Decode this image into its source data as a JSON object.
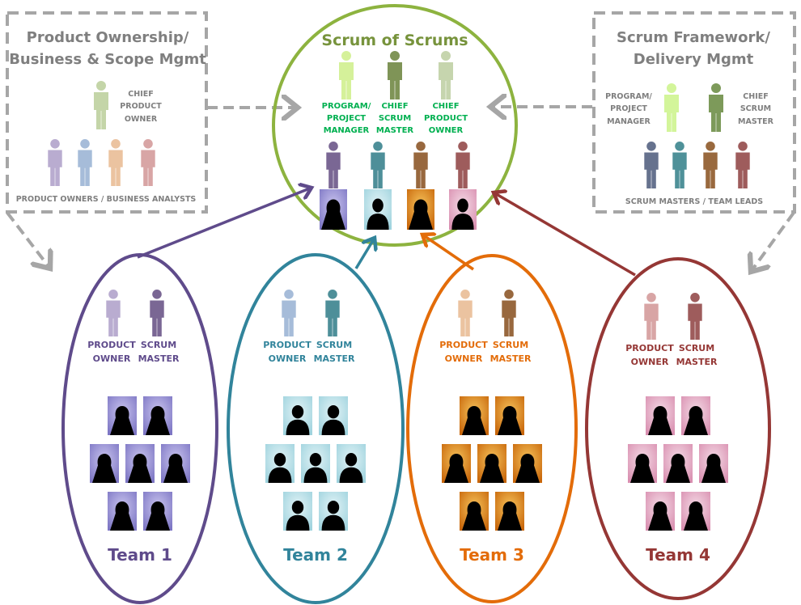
{
  "left_box": {
    "title_line1": "Product Ownership/",
    "title_line2": "Business & Scope Mgmt",
    "chief_label": [
      "CHIEF",
      "PRODUCT",
      "OWNER"
    ],
    "group_label": "PRODUCT OWNERS / BUSINESS ANALYSTS"
  },
  "right_box": {
    "title_line1": "Scrum Framework/",
    "title_line2": "Delivery Mgmt",
    "pm_label": [
      "PROGRAM/",
      "PROJECT",
      "MANAGER"
    ],
    "csm_label": [
      "CHIEF",
      "SCRUM",
      "MASTER"
    ],
    "group_label": "SCRUM MASTERS / TEAM LEADS"
  },
  "scrum_of_scrums": {
    "title": "Scrum of Scrums",
    "roles": [
      {
        "lines": [
          "PROGRAM/",
          "PROJECT",
          "MANAGER"
        ]
      },
      {
        "lines": [
          "CHIEF",
          "SCRUM",
          "MASTER"
        ]
      },
      {
        "lines": [
          "CHIEF",
          "PRODUCT",
          "OWNER"
        ]
      }
    ]
  },
  "teams": [
    {
      "name": "Team 1",
      "po_label": "PRODUCT",
      "po_label2": "OWNER",
      "sm_label": "SCRUM",
      "sm_label2": "MASTER",
      "color": "#5f4b8b"
    },
    {
      "name": "Team 2",
      "po_label": "PRODUCT",
      "po_label2": "OWNER",
      "sm_label": "SCRUM",
      "sm_label2": "MASTER",
      "color": "#31849b"
    },
    {
      "name": "Team 3",
      "po_label": "PRODUCT",
      "po_label2": "OWNER",
      "sm_label": "SCRUM",
      "sm_label2": "MASTER",
      "color": "#e36c09"
    },
    {
      "name": "Team 4",
      "po_label": "PRODUCT",
      "po_label2": "OWNER",
      "sm_label": "SCRUM",
      "sm_label2": "MASTER",
      "color": "#953735"
    }
  ],
  "colors": {
    "sos_circle": "#8db33f",
    "dashed": "#a6a6a6",
    "team_po": [
      "#b9acd0",
      "#a6bcd9",
      "#ebc3a0",
      "#d8a5a5"
    ],
    "team_sm": [
      "#7a6794",
      "#4e8f99",
      "#98683e",
      "#9e5c5c"
    ],
    "photo_bg": [
      [
        "#7d76c4",
        "#c9c4ee"
      ],
      [
        "#9fd3de",
        "#e2f3f6"
      ],
      [
        "#c8660a",
        "#f5c25a"
      ],
      [
        "#d98fb0",
        "#f4dbe6"
      ]
    ]
  }
}
